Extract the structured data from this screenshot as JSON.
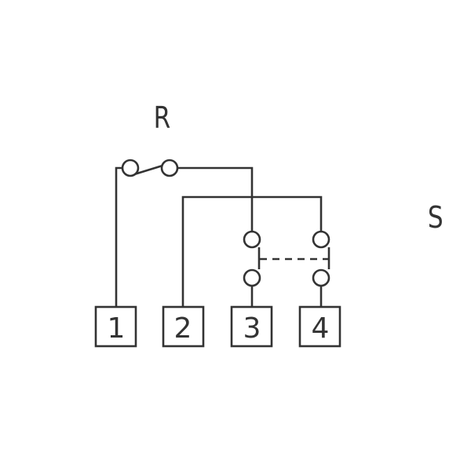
{
  "labels": {
    "r": "R",
    "s": "S"
  },
  "terminals": [
    "1",
    "2",
    "3",
    "4"
  ],
  "colors": {
    "line": "#333333",
    "background": "#ffffff"
  }
}
